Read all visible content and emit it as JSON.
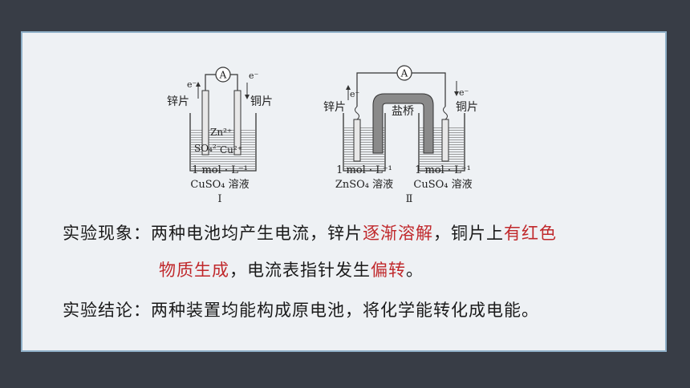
{
  "diagram1": {
    "electron_left": "e⁻",
    "electron_right": "e⁻",
    "ammeter": "A",
    "left_electrode": "锌片",
    "right_electrode": "铜片",
    "ion_zn": "Zn²⁺",
    "ion_so4": "SO₄²⁻",
    "ion_cu": "Cu²⁺",
    "conc": "1 mol · L⁻¹",
    "solution": "CuSO₄ 溶液",
    "numeral": "Ⅰ"
  },
  "diagram2": {
    "ammeter": "A",
    "electron_left": "e⁻",
    "electron_right": "e⁻",
    "left_electrode": "锌片",
    "right_electrode": "铜片",
    "salt_bridge": "盐桥",
    "left_conc": "1 mol · L⁻¹",
    "left_solution": "ZnSO₄ 溶液",
    "right_conc": "1 mol · L⁻¹",
    "right_solution": "CuSO₄ 溶液",
    "numeral": "Ⅱ"
  },
  "observation": {
    "label": "实验现象：",
    "part1": "两种电池均产生电流，锌片",
    "highlight1": "逐渐溶解",
    "part2": "，铜片上",
    "highlight2a": "有红色",
    "highlight2b": "物质生成",
    "part3": "，电流表指针发生",
    "highlight3": "偏转",
    "part4": "。"
  },
  "conclusion": {
    "label": "实验结论：",
    "text": "两种装置均能构成原电池，将化学能转化成电能。"
  },
  "colors": {
    "background": "#383d46",
    "slide": "#eef1f4",
    "border": "#8fb0c8",
    "highlight": "#c0282b"
  }
}
